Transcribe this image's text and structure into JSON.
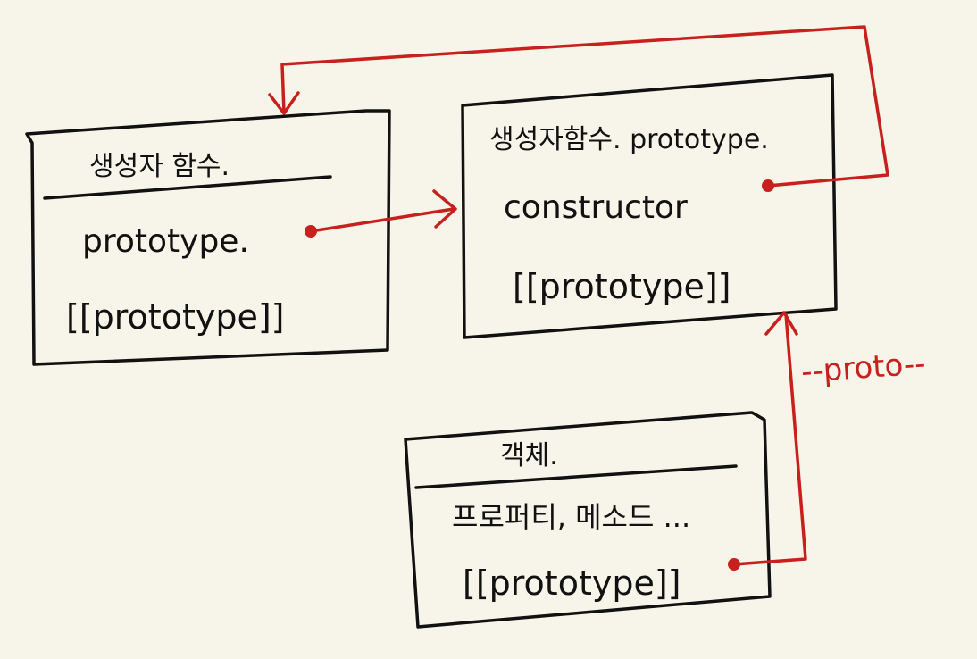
{
  "colors": {
    "background": "#f7f5ea",
    "ink": "#111111",
    "arrow": "#c8201c"
  },
  "boxes": {
    "constructor_fn": {
      "title": "생성자 함수.",
      "property": "prototype.",
      "internal_slot": "[[prototype]]"
    },
    "prototype_obj": {
      "title": "생성자함수. prototype.",
      "property": "constructor",
      "internal_slot": "[[prototype]]"
    },
    "instance_obj": {
      "title": "객체.",
      "property": "프로퍼티, 메소드 ...",
      "internal_slot": "[[prototype]]"
    }
  },
  "edge_labels": {
    "proto_link": "--proto--"
  }
}
